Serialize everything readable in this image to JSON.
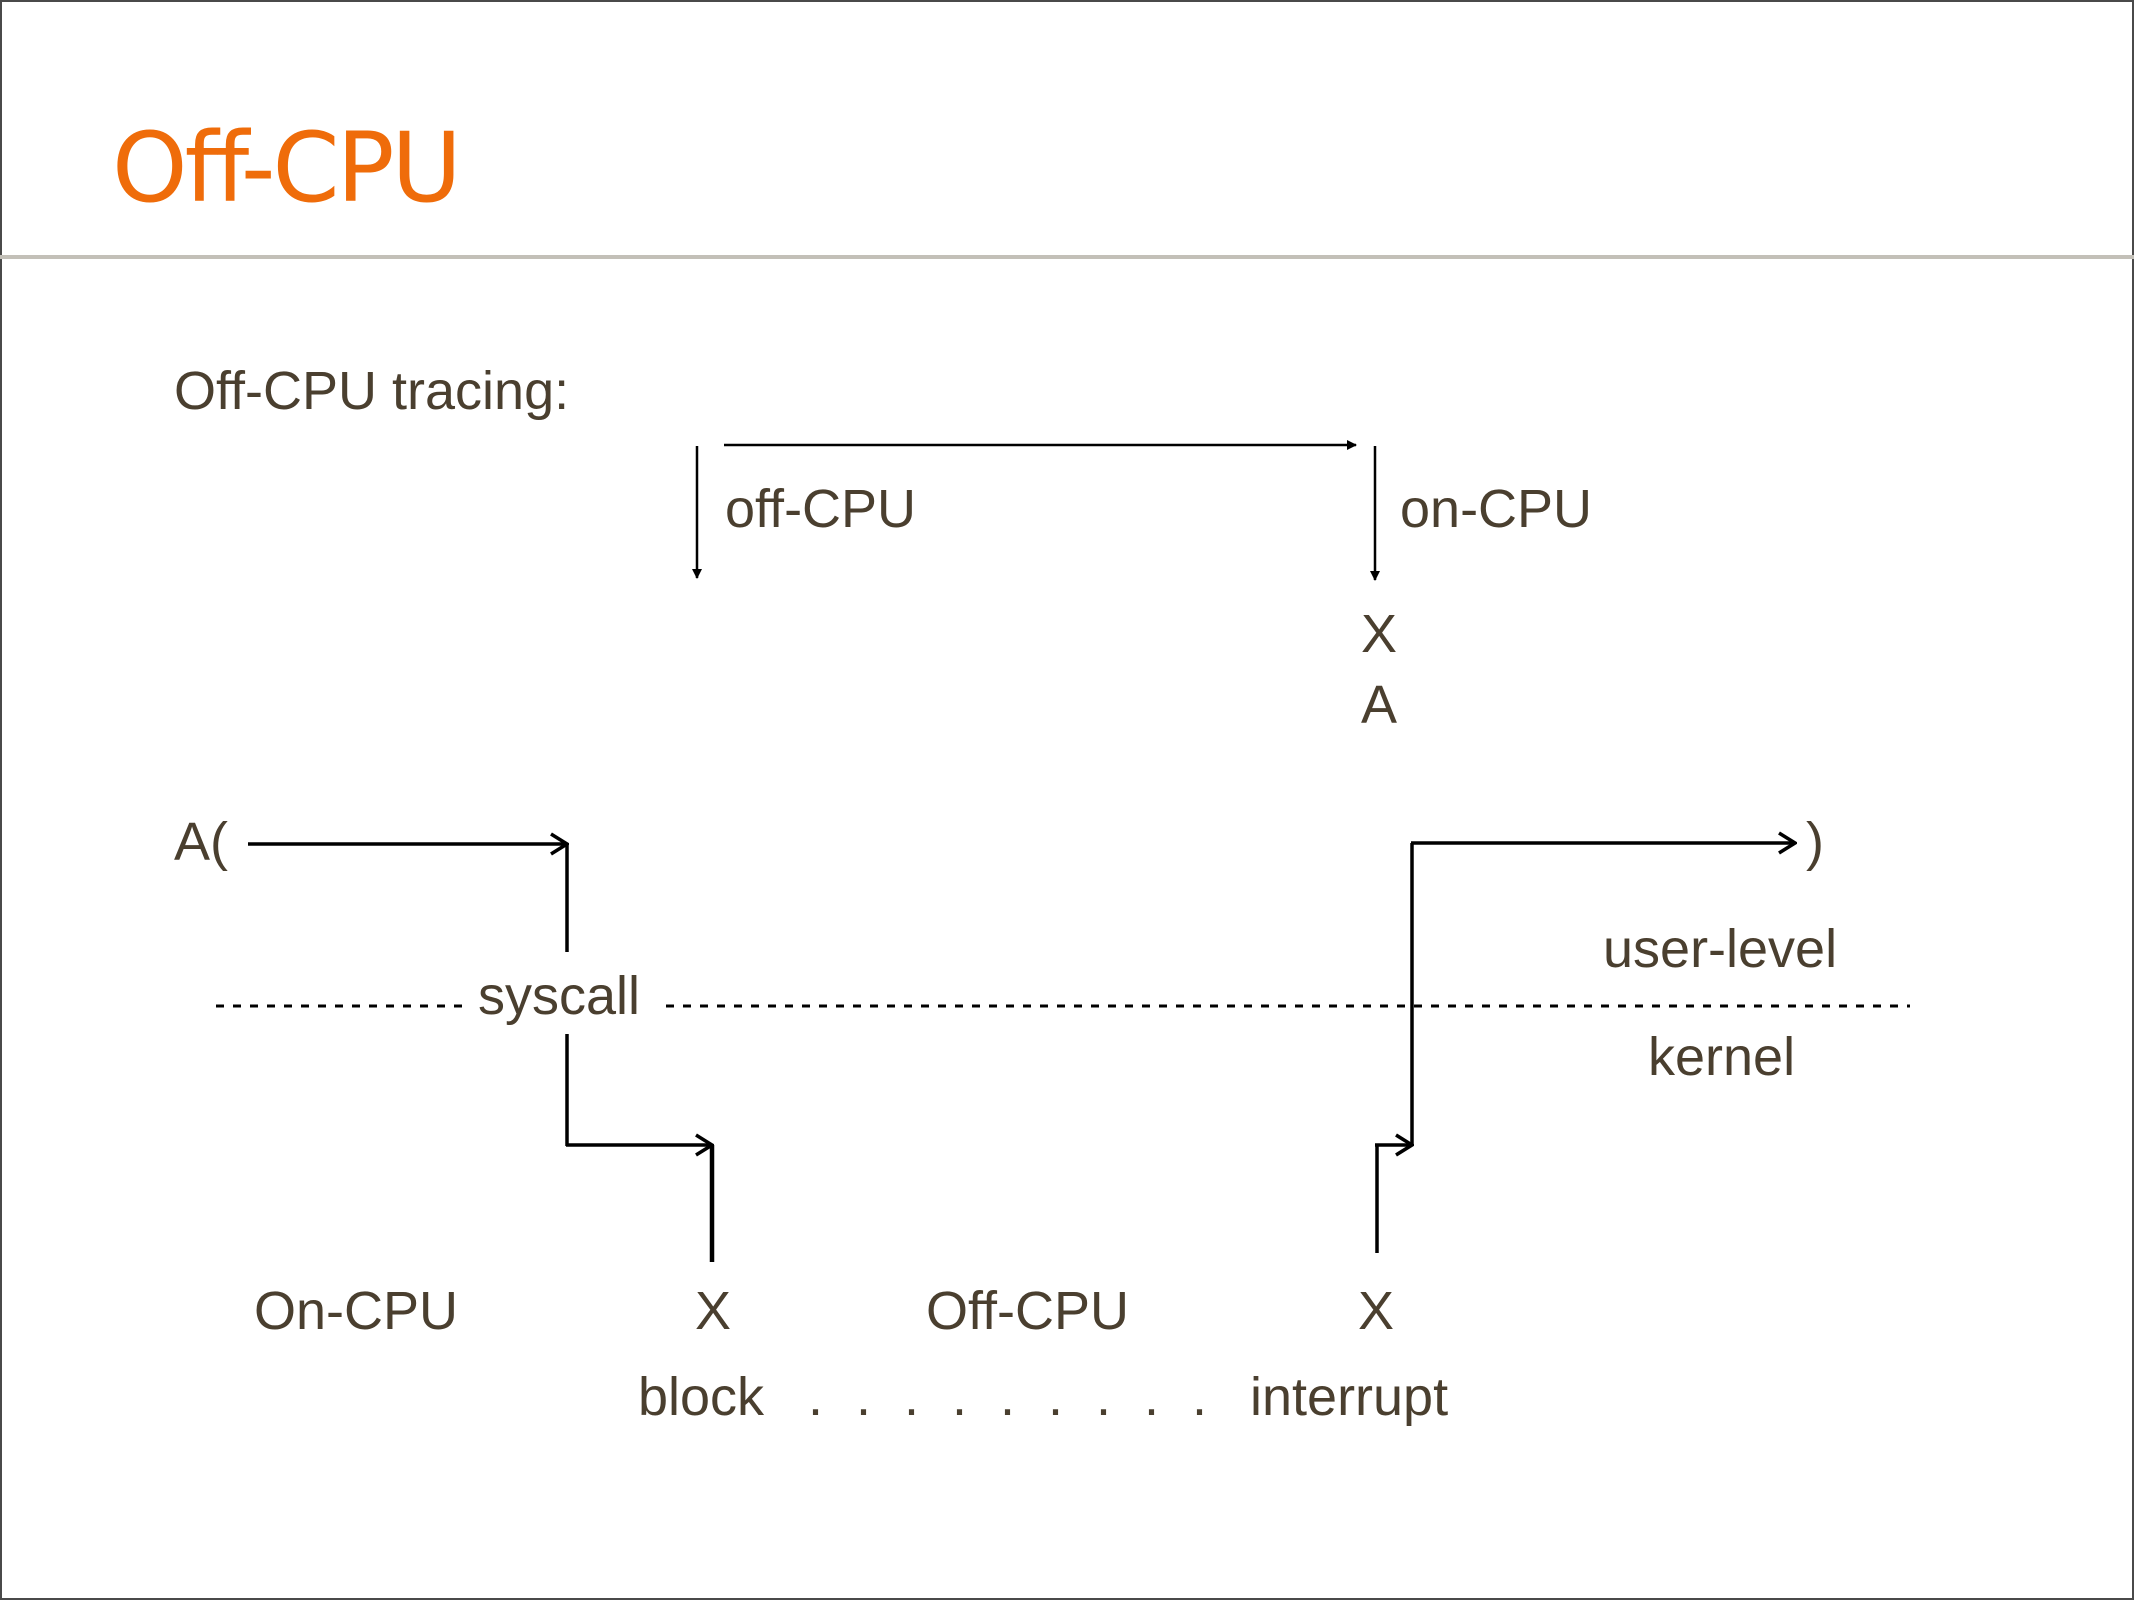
{
  "slide": {
    "title": "Off-CPU",
    "colors": {
      "title": "#ef6c0a",
      "text": "#4a3f2f",
      "rule": "#c3c0b8",
      "lines": "#000000"
    }
  },
  "tracing": {
    "heading": "Off-CPU tracing:",
    "off_label": "off-CPU",
    "on_label": "on-CPU",
    "marker": "X",
    "marker_sub": "A"
  },
  "flow": {
    "call_start": "A(",
    "call_end": ")",
    "syscall": "syscall",
    "user_level": "user-level",
    "kernel": "kernel"
  },
  "timeline": {
    "on_cpu": "On-CPU",
    "block_marker": "X",
    "off_cpu": "Off-CPU",
    "interrupt_marker": "X",
    "block": "block",
    "dots": ". . . . . . . . .",
    "interrupt": "interrupt"
  }
}
